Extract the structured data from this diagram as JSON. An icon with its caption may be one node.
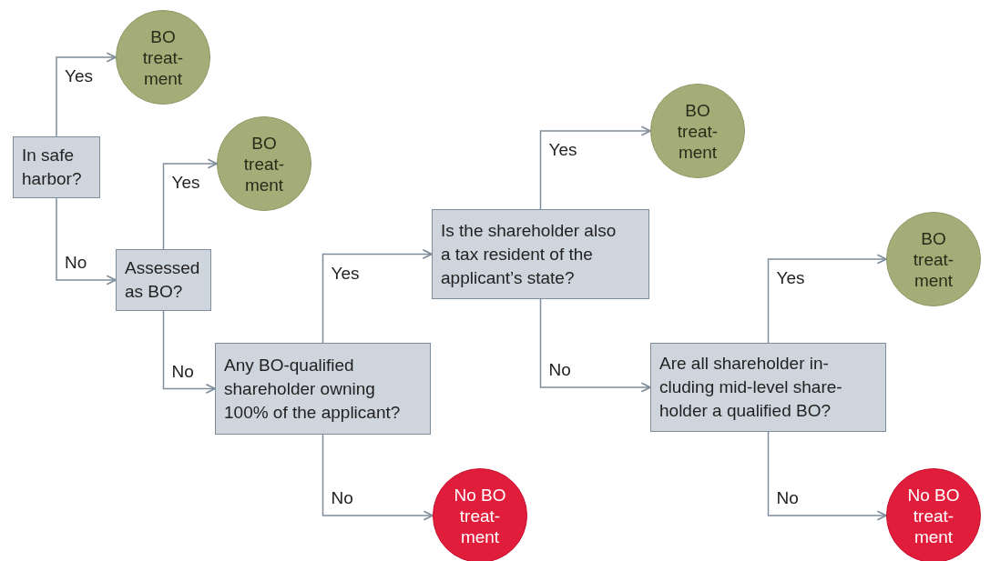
{
  "diagram": {
    "nodes": [
      {
        "text": [
          "In safe harbor?"
        ]
      },
      {
        "text": [
          "BO treat- ment"
        ]
      },
      {
        "text": [
          "Assessed as BO?"
        ]
      },
      {
        "text": [
          "BO treat- ment"
        ]
      },
      {
        "text": [
          "Any BO-qualified shareholder owning 100% of the applicant?"
        ]
      },
      {
        "text": [
          "Is the shareholder also a tax resident of the applicant’s state?"
        ]
      },
      {
        "text": [
          "BO treat- ment"
        ]
      },
      {
        "text": [
          "No BO treat- ment"
        ]
      },
      {
        "text": [
          "Are all shareholder in- cluding mid-level share- holder a qualified BO?"
        ]
      },
      {
        "text": [
          "BO treat- ment"
        ]
      },
      {
        "text": [
          "No BO treat- ment"
        ]
      }
    ],
    "edges": [
      {
        "from": 0,
        "to": 1,
        "arrow": "to",
        "label": "Yes"
      },
      {
        "from": 0,
        "to": 2,
        "arrow": "to",
        "label": "No"
      },
      {
        "from": 2,
        "to": 3,
        "arrow": "to",
        "label": "Yes"
      },
      {
        "from": 2,
        "to": 4,
        "arrow": "to",
        "label": "No"
      },
      {
        "from": 4,
        "to": 5,
        "arrow": "to",
        "label": "Yes"
      },
      {
        "from": 4,
        "to": 7,
        "arrow": "to",
        "label": "No"
      },
      {
        "from": 5,
        "to": 6,
        "arrow": "to",
        "label": "Yes"
      },
      {
        "from": 5,
        "to": 8,
        "arrow": "to",
        "label": "No"
      },
      {
        "from": 8,
        "to": 9,
        "arrow": "to",
        "label": "Yes"
      },
      {
        "from": 8,
        "to": 10,
        "arrow": "to",
        "label": "No"
      }
    ]
  }
}
